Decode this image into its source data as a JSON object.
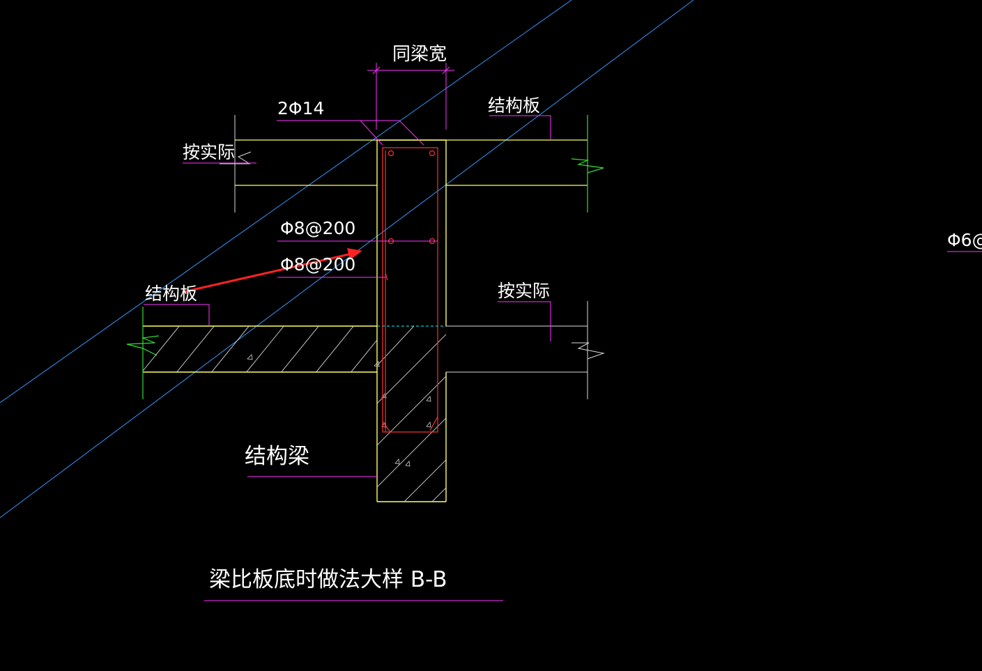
{
  "labels": {
    "same_beam_width": "同梁宽",
    "top_bars": "2Φ14",
    "slab_right_top": "结构板",
    "as_actual_left": "按实际",
    "stirrup_1": "Φ8@200",
    "stirrup_2": "Φ8@200",
    "slab_left": "结构板",
    "as_actual_right": "按实际",
    "beam": "结构梁",
    "edge_partial": "Φ6@",
    "title": "梁比板底时做法大样 B-B"
  },
  "colors": {
    "background": "#000000",
    "outline": "#ffff66",
    "rebar": "#ff3333",
    "leader": "#ff33ff",
    "text": "#ffffff",
    "break_line": "#33dd33",
    "construction_line": "#3399ff",
    "hatch": "#d8d8d8",
    "section_line": "#00cccc",
    "dimension": "#ff33ff"
  }
}
